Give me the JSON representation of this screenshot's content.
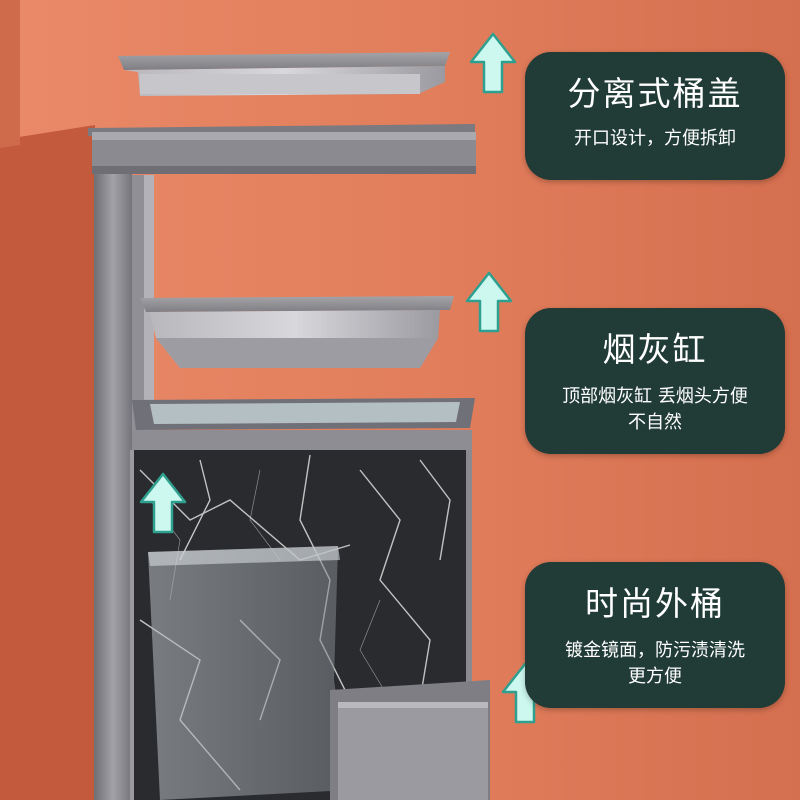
{
  "colors": {
    "wall": "#df7d5b",
    "wall_shadow": "#c0563c",
    "callout_bg": "#213c37",
    "arrow_fill": "#cdf8ef",
    "arrow_stroke": "#2fa08f",
    "steel": "#8e8e93"
  },
  "features": [
    {
      "title": "分离式桶盖",
      "desc": "开口设计，方便拆卸"
    },
    {
      "title": "烟灰缸",
      "desc_line1": "顶部烟灰缸 丢烟头方便",
      "desc_line2": "不自然"
    },
    {
      "title": "时尚外桶",
      "desc_line1": "镀金镜面，防污渍清洗",
      "desc_line2": "更方便"
    }
  ],
  "icons": [
    "arrow-up-icon"
  ]
}
